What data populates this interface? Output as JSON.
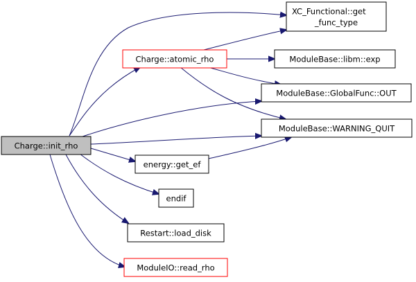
{
  "colors": {
    "edge": "#191970",
    "root_fill": "#bfbfbf",
    "default_border": "#000000",
    "highlight_border": "#ff0000",
    "text": "#000000"
  },
  "nodes": {
    "init_rho": {
      "label": "Charge::init_rho",
      "style": "root"
    },
    "atomic_rho": {
      "label": "Charge::atomic_rho",
      "style": "highlight"
    },
    "get_func_type": {
      "lines": [
        "XC_Functional::get",
        "_func_type"
      ],
      "style": "default"
    },
    "libm_exp": {
      "label": "ModuleBase::libm::exp",
      "style": "default"
    },
    "globalfunc_out": {
      "label": "ModuleBase::GlobalFunc::OUT",
      "style": "default"
    },
    "warning_quit": {
      "label": "ModuleBase::WARNING_QUIT",
      "style": "default"
    },
    "get_ef": {
      "label": "energy::get_ef",
      "style": "default"
    },
    "endif": {
      "label": "endif",
      "style": "default"
    },
    "load_disk": {
      "label": "Restart::load_disk",
      "style": "default"
    },
    "read_rho": {
      "label": "ModuleIO::read_rho",
      "style": "highlight"
    }
  },
  "edges": [
    [
      "init_rho",
      "get_func_type"
    ],
    [
      "init_rho",
      "atomic_rho"
    ],
    [
      "init_rho",
      "globalfunc_out"
    ],
    [
      "init_rho",
      "warning_quit"
    ],
    [
      "init_rho",
      "get_ef"
    ],
    [
      "init_rho",
      "endif"
    ],
    [
      "init_rho",
      "load_disk"
    ],
    [
      "init_rho",
      "read_rho"
    ],
    [
      "atomic_rho",
      "get_func_type"
    ],
    [
      "atomic_rho",
      "libm_exp"
    ],
    [
      "atomic_rho",
      "globalfunc_out"
    ],
    [
      "atomic_rho",
      "warning_quit"
    ],
    [
      "get_ef",
      "warning_quit"
    ]
  ]
}
